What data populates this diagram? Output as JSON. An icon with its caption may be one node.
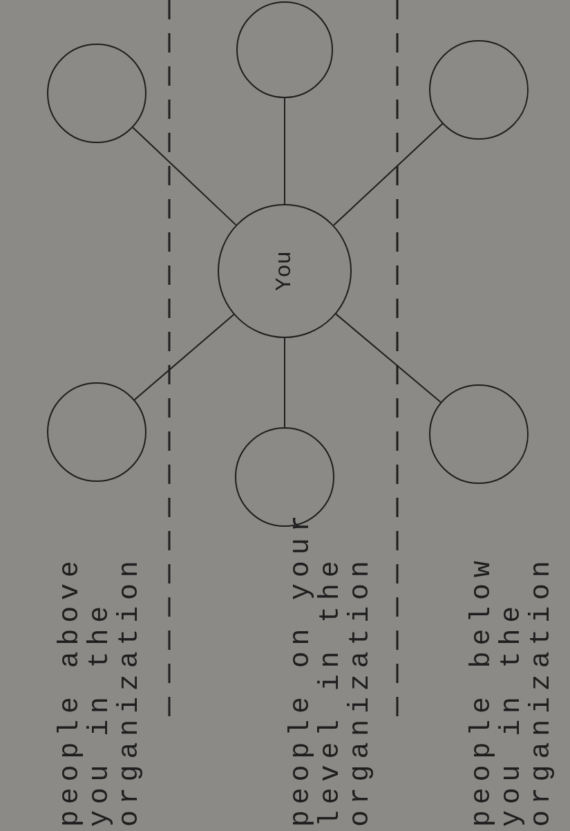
{
  "diagram": {
    "nodes": [
      {
        "text": [],
        "shape": "circle"
      },
      {
        "text": [],
        "shape": "circle"
      },
      {
        "text": [],
        "shape": "circle"
      },
      {
        "text": [
          "You"
        ]
      },
      {
        "text": [],
        "shape": "circle"
      },
      {
        "text": [],
        "shape": "circle"
      },
      {
        "text": [],
        "shape": "circle"
      }
    ],
    "edges": [
      {
        "from": 3,
        "to": 0,
        "arrow": "none"
      },
      {
        "from": 3,
        "to": 1,
        "arrow": "none"
      },
      {
        "from": 3,
        "to": 2,
        "arrow": "none"
      },
      {
        "from": 3,
        "to": 4,
        "arrow": "none"
      },
      {
        "from": 3,
        "to": 5,
        "arrow": "none"
      },
      {
        "from": 3,
        "to": 6,
        "arrow": "none"
      }
    ],
    "labels": [
      "people above you in the organization",
      "people on your level in the organization",
      "people below you in the organization"
    ]
  }
}
